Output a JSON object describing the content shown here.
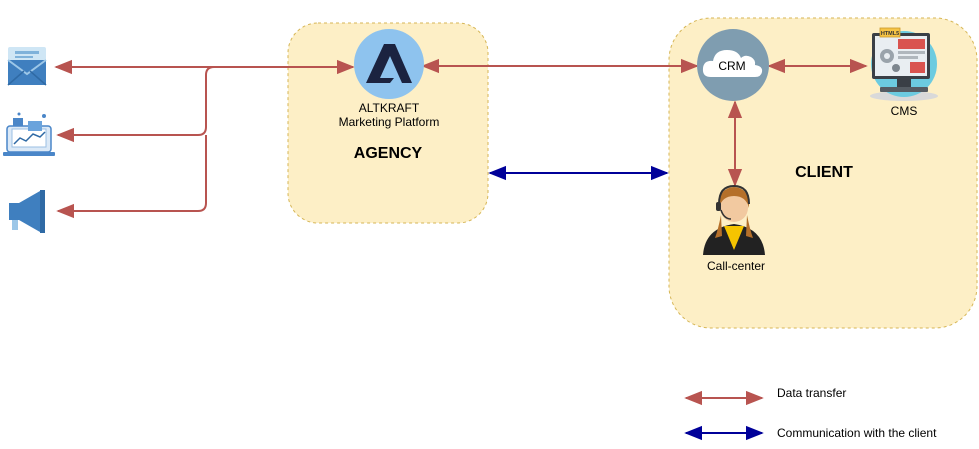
{
  "agency": {
    "platform_line1": "ALTKRAFT",
    "platform_line2": "Marketing Platform",
    "title": "AGENCY"
  },
  "client": {
    "title": "CLIENT",
    "crm_label": "CRM",
    "cms_label": "CMS",
    "callcenter_label": "Call-center",
    "cms_badge": "HTML5"
  },
  "legend": {
    "data_transfer": "Data transfer",
    "communication": "Communication with the client"
  },
  "channels": [
    "email-icon",
    "web-analytics-icon",
    "megaphone-icon"
  ],
  "colors": {
    "data_arrow": "#b85450",
    "comm_arrow": "#000099",
    "group_fill": "#fdefc6",
    "group_border": "#d6b656",
    "crm_circle": "#7f9db0",
    "logo_circle": "#8ec3ee",
    "logo_mark": "#1b2340"
  }
}
